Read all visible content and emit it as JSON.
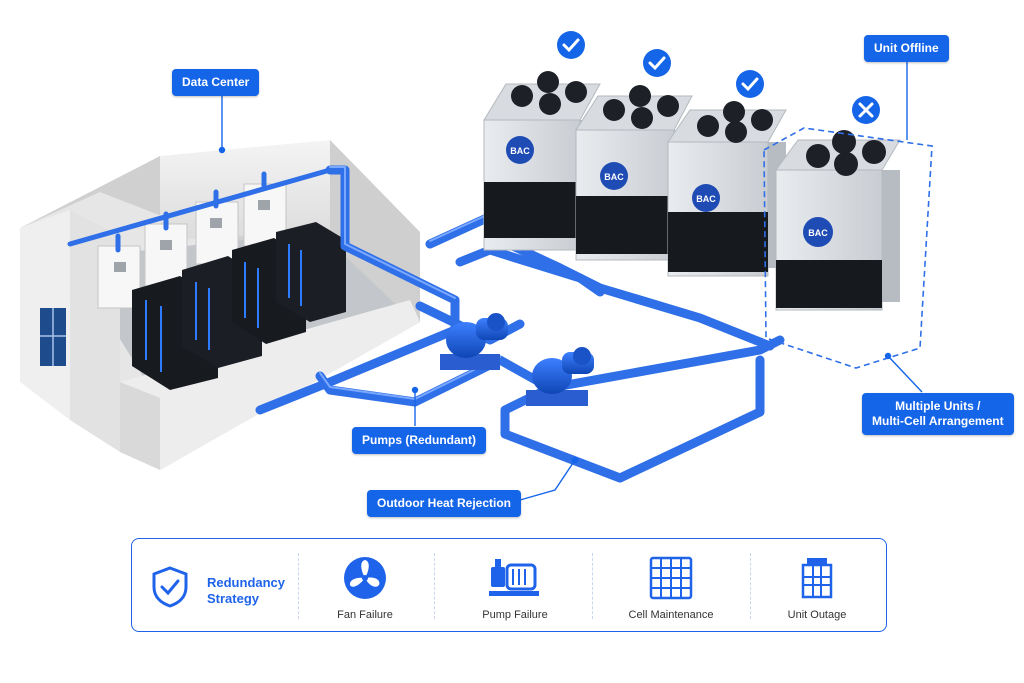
{
  "callouts": {
    "data_center": "Data Center",
    "unit_offline": "Unit Offline",
    "pumps": "Pumps (Redundant)",
    "outdoor": "Outdoor Heat Rejection",
    "multiple_units_line1": "Multiple Units /",
    "multiple_units_line2": "Multi-Cell Arrangement"
  },
  "brand": "BAC",
  "legend": {
    "title_line1": "Redundancy",
    "title_line2": "Strategy",
    "items": [
      {
        "label": "Fan Failure",
        "icon": "fan-icon"
      },
      {
        "label": "Pump Failure",
        "icon": "pump-icon"
      },
      {
        "label": "Cell Maintenance",
        "icon": "cell-icon"
      },
      {
        "label": "Unit Outage",
        "icon": "tower-icon"
      }
    ]
  },
  "units": [
    {
      "status": "online"
    },
    {
      "status": "online"
    },
    {
      "status": "online"
    },
    {
      "status": "offline"
    }
  ],
  "colors": {
    "accent": "#1565e8",
    "pipe": "#2f6fe8",
    "pipe_highlight": "#6fa0ff",
    "online": "#1565e8",
    "offline": "#1565e8"
  }
}
